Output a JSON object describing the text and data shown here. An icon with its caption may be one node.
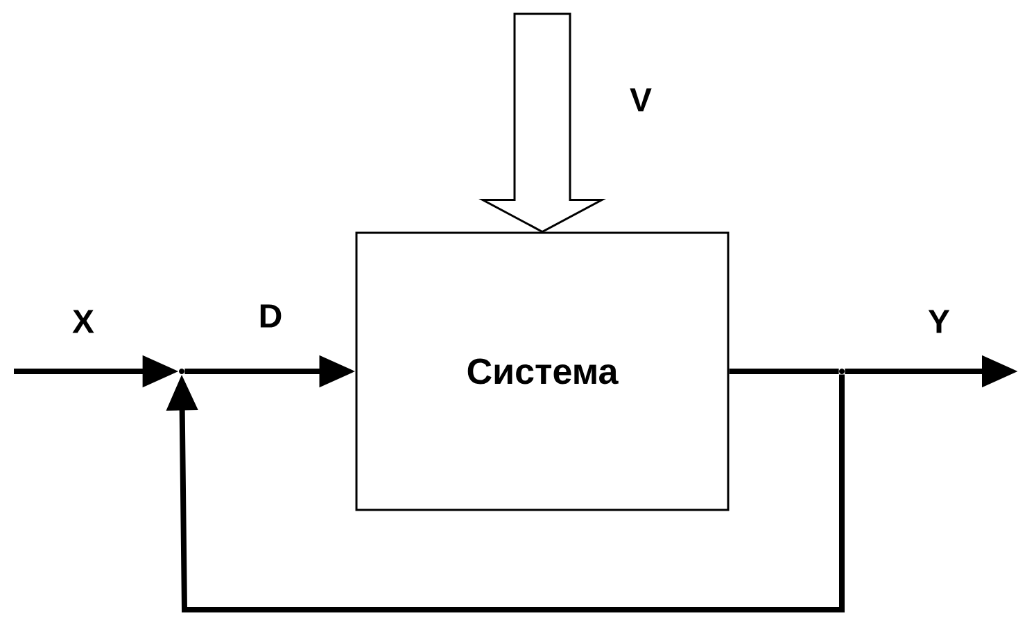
{
  "diagram": {
    "nodes": [
      {
        "text": [
          "Система"
        ]
      },
      {
        "text": [],
        "shape": "point"
      },
      {
        "text": [],
        "shape": "point"
      }
    ],
    "edges": [
      {
        "from": null,
        "to": 1,
        "arrow": "to",
        "label": "X"
      },
      {
        "from": 1,
        "to": 0,
        "arrow": "to",
        "label": "D"
      },
      {
        "from": 0,
        "to": 2,
        "arrow": "none"
      },
      {
        "from": 2,
        "to": null,
        "arrow": "to",
        "label": "Y"
      },
      {
        "from": 2,
        "to": 1,
        "arrow": "to"
      },
      {
        "from": null,
        "to": 0,
        "arrow": "to",
        "label": "V",
        "style": "thick"
      }
    ]
  }
}
